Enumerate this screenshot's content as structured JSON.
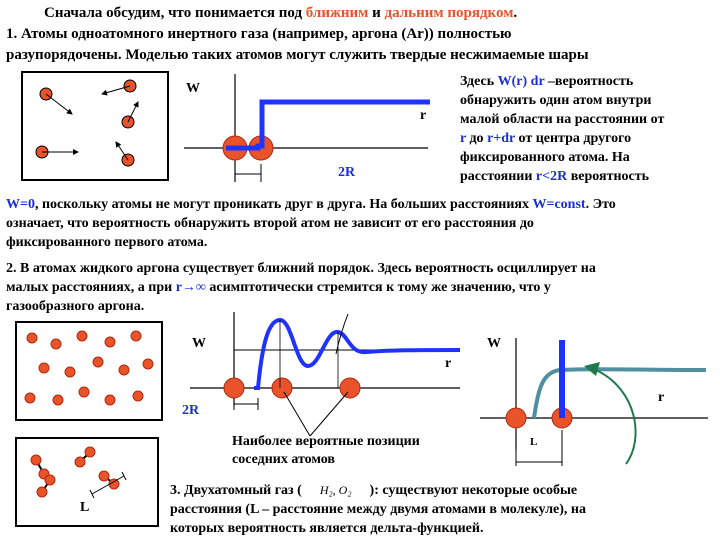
{
  "colors": {
    "highlight": "#e8532a",
    "blue_text": "#1a2fd6",
    "curve": "#1f33ff",
    "teal_curve": "#4f8fa0",
    "atom": "#e8532a",
    "arrow_green": "#1f7a4a"
  },
  "title": {
    "pre": "Сначала обсудим, что понимается под ",
    "near": "ближним",
    "mid": " и ",
    "far": "дальним порядком",
    "post": "."
  },
  "section1": {
    "line1": "1. Атомы одноатомного инертного газа (например, аргона (Ar)) полностью",
    "line2": "разупорядочены. Моделью таких атомов могут служить твердые несжимаемые шары"
  },
  "note": {
    "l1a": "Здесь ",
    "l1b": "W(r) dr",
    "l1c": " –вероятность",
    "l2": "обнаружить один атом внутри",
    "l3": "малой области на расстоянии от",
    "l4a": "r",
    "l4b": " до ",
    "l4c": "r+dr",
    "l4d": " от центра другого",
    "l5": "фиксированного атома. На",
    "l6a": "расстоянии ",
    "l6b": "r<2R",
    "l6c": " вероятность"
  },
  "graph1": {
    "w_label": "W",
    "r_label": "r",
    "dist_label": "2R"
  },
  "para1": {
    "l1a": "W=0",
    "l1b": ", поскольку атомы не могут проникать друг в друга. На больших расстояниях ",
    "l1c": "W=const",
    "l1d": ". Это",
    "l2": "означает, что вероятность обнаружить второй атом не зависит от его расстояния до",
    "l3": "фиксированного первого атома."
  },
  "section2": {
    "l1": "2. В атомах жидкого аргона существует ближний порядок. Здесь вероятность осциллирует на",
    "l2a": "малых расстояниях, а при ",
    "l2b": "r→∞",
    "l2c": " асимптотически стремится к тому же значению, что у",
    "l3": "газообразного аргона."
  },
  "graph2": {
    "w_label": "W",
    "r_label": "r",
    "dist_label": "2R"
  },
  "graph3": {
    "w_label": "W",
    "r_label": "r",
    "dist_label": "L"
  },
  "callout": {
    "l1": "Наиболее вероятные позиции",
    "l2": "соседних атомов"
  },
  "molecule_box": {
    "label": "L"
  },
  "section3": {
    "l1a": "3. Двухатомный газ (",
    "formula": "H₂, O₂",
    "l1b": "): существуют некоторые особые",
    "l2": "расстояния  (L – расстояние между двумя атомами в молекуле), на",
    "l3": "которых вероятность является дельта-функцией."
  }
}
